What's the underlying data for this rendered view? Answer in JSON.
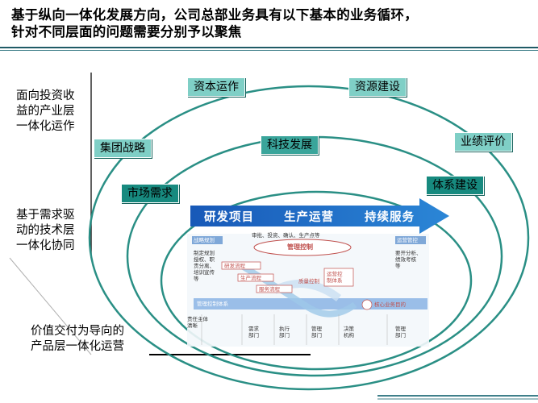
{
  "title": {
    "line1": "基于纵向一体化发展方向，公司总部业务具有以下基本的业务循环，",
    "line2": "针对不同层面的问题需要分别予以聚焦"
  },
  "levels": {
    "top": "面向投资收\n益的产业层\n一体化运作",
    "middle": "基于需求驱\n动的技术层\n一体化协同",
    "bottom": "价值交付为导向的\n产品层一体化运营"
  },
  "boxes": {
    "capital": "资本运作",
    "resource": "资源建设",
    "group_strategy": "集团战略",
    "tech": "科技发展",
    "performance": "业绩评价",
    "market": "市场需求",
    "system": "体系建设"
  },
  "arrow": {
    "rd": "研发项目",
    "production": "生产运营",
    "service": "持续服务"
  },
  "inner_labels": {
    "mgmt_control": "管理控制",
    "audit_line": "审批、投资、确认、生产点等",
    "left_tab": "战略规划",
    "right_tab": "运营管控",
    "left_list": "制定规划\n授权、职\n责分离、\n培训宣传\n等",
    "right_list": "要开分析、\n绩效考核\n等",
    "mgmt_flow": "管理控制体系",
    "core_goal": "核心业务目的",
    "flow1": "研发流程",
    "flow2": "生产流程",
    "flow3": "服务流程",
    "flow4": "质量控制",
    "flow5": "运营控\n制体系",
    "left_vertical": "责任主体\n清晰",
    "col1": "需求\n部门",
    "col2": "执行\n部门",
    "col3": "管理\n部门",
    "col4": "决策\n机构",
    "col5": "管理\n部门"
  },
  "colors": {
    "teal": "#3aa59b",
    "dark_teal": "#1f5b66",
    "arrow_blue": "#1f6fc8",
    "ellipse": "#2a8f85"
  }
}
